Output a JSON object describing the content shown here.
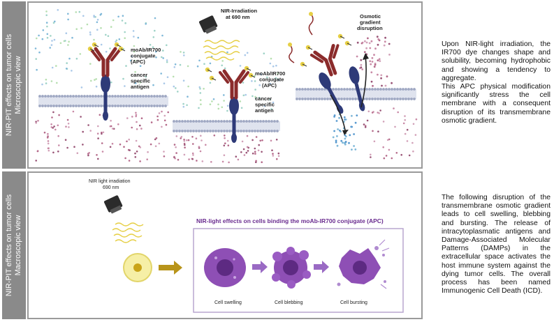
{
  "top_section": {
    "side_label_line1": "NIR-PIT effects on tumor cells",
    "side_label_line2": "Microscopic view",
    "stage1": {
      "conjugate_label": [
        "moAb/IR700",
        "conjugate",
        "(APC)"
      ],
      "antigen_label": [
        "cancer",
        "specific",
        "antigen"
      ]
    },
    "stage2": {
      "irradiation_label": [
        "NIR-Irradiation",
        "at 690 nm"
      ],
      "conjugate_label": [
        "moAb/IR700",
        "conjugate",
        "(APC)"
      ],
      "antigen_label": [
        "cancer",
        "specific",
        "antigen"
      ]
    },
    "stage3": {
      "gradient_label": [
        "Osmotic",
        "gradient",
        "disruption"
      ]
    },
    "description": [
      "Upon NIR-light irradiation, the IR700 dye changes shape and solubility, becoming hydrophobic and showing a tendency to aggregate.",
      "This APC physical modification significantly stress the cell membrane with a consequent disruption of its transmembrane osmotic gradient."
    ]
  },
  "bottom_section": {
    "side_label_line1": "NIR-PIT effects on tumor cells",
    "side_label_line2": "Macroscopic view",
    "irradiation_label": [
      "NIR light irradiation",
      "690 nm"
    ],
    "box_title": "NIR-light effects on cells binding the moAb-IR700 conjugate (APC)",
    "cell_labels": [
      "Cell swelling",
      "Cell blebbing",
      "Cell bursting"
    ],
    "description": "The following disruption of the transmembrane osmotic gradient leads to cell swelling, blebbing and bursting. The release of intracytoplasmatic antigens and Damage-Associated Molecular Patterns (DAMPs) in the extracellular space activates the host immune system against the dying tumor cells. The overall process has been named Immunogenic Cell Death (ICD)."
  },
  "colors": {
    "side_bar": "#8a8a8a",
    "antibody": "#8b2b2b",
    "antigen": "#2e3a78",
    "membrane": "#9ea7c2",
    "ir700_dye": "#e6cf45",
    "cell_purple": "#8e4fb5",
    "arrow_gold": "#b8941a",
    "arrow_purple": "#9a6ac4"
  }
}
